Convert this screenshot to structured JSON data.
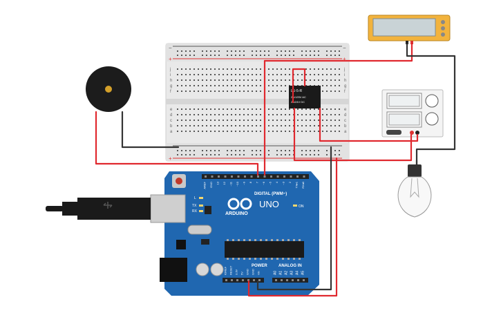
{
  "arduino": {
    "brand": "ARDUINO",
    "model": "UNO",
    "digital_header": "DIGITAL (PWM~)",
    "power_header": "POWER",
    "analog_header": "ANALOG IN",
    "led_on": "ON",
    "led_l": "L",
    "led_tx": "TX",
    "led_rx": "RX",
    "digital_pins": [
      "AREF",
      "GND",
      "13",
      "12",
      "~11",
      "~10",
      "~9",
      "8",
      "7",
      "~6",
      "~5",
      "4",
      "~3",
      "2",
      "TX▸1",
      "RX◂0"
    ],
    "power_pins": [
      "IOREF",
      "RESET",
      "3.3V",
      "5V",
      "GND",
      "GND",
      "Vin"
    ],
    "analog_pins": [
      "A0",
      "A1",
      "A2",
      "A3",
      "A4",
      "A5"
    ]
  },
  "relay": {
    "model": "LU-5-R",
    "line1": "2A/125V AC",
    "line2": "2A/24V DC"
  },
  "breadboard": {
    "row_letters_top": [
      "j",
      "i",
      "h",
      "g",
      "f"
    ],
    "row_letters_bottom": [
      "e",
      "d",
      "c",
      "b",
      "a"
    ],
    "rail_plus": "+",
    "rail_minus": "−"
  },
  "colors": {
    "board": "#2067b0",
    "wire_red": "#e0282e",
    "wire_dark": "#333333",
    "meter": "#f2b33d"
  },
  "icons": [
    "usb-plug-icon",
    "buzzer-icon",
    "bulb-icon",
    "multimeter-icon",
    "power-supply-icon"
  ]
}
